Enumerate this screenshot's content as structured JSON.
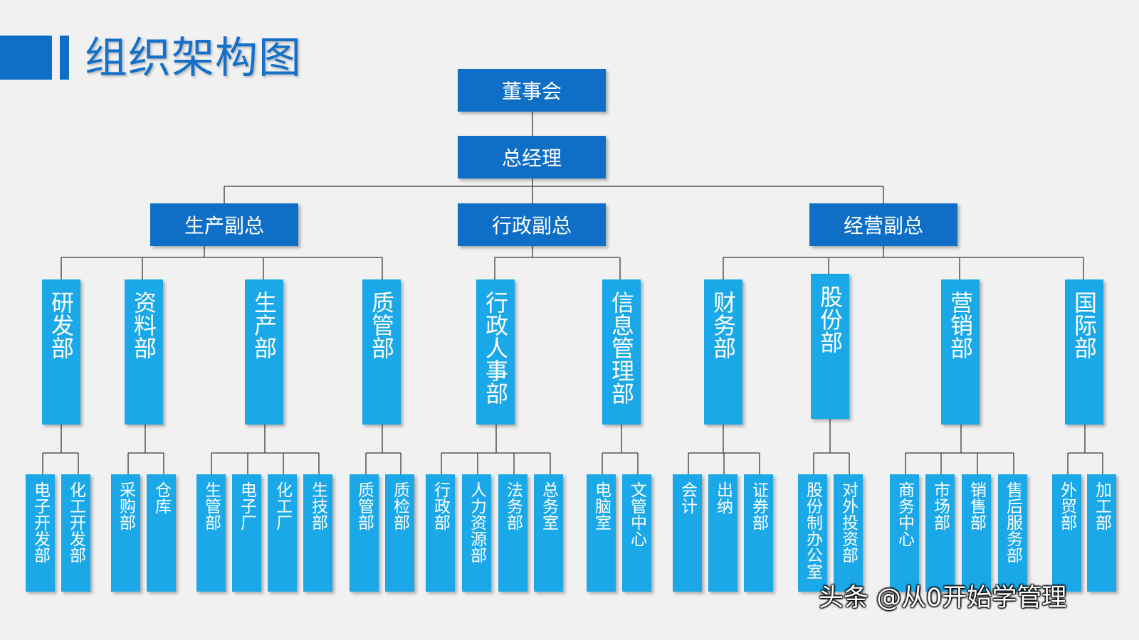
{
  "title": "组织架构图",
  "colors": {
    "primary": "#0f6fc6",
    "secondary": "#1aa8e8",
    "line": "#3a3a3a",
    "background": "#f1f1f1"
  },
  "board": "董事会",
  "ceo": "总经理",
  "vp": {
    "production": {
      "label": "生产副总",
      "depts": [
        {
          "name": "研发部",
          "subs": [
            "电子开发部",
            "化工开发部"
          ]
        },
        {
          "name": "资料部",
          "subs": [
            "采购部",
            "仓库"
          ]
        },
        {
          "name": "生产部",
          "subs": [
            "生管部",
            "电子厂",
            "化工厂",
            "生技部"
          ]
        },
        {
          "name": "质管部",
          "subs": [
            "质管部",
            "质检部"
          ]
        }
      ]
    },
    "admin": {
      "label": "行政副总",
      "depts": [
        {
          "name": "行政人事部",
          "subs": [
            "行政部",
            "人力资源部",
            "法务部",
            "总务室"
          ]
        },
        {
          "name": "信息管理部",
          "subs": [
            "电脑室",
            "文管中心"
          ]
        }
      ]
    },
    "business": {
      "label": "经营副总",
      "depts": [
        {
          "name": "财务部",
          "subs": [
            "会计",
            "出纳",
            "证券部"
          ]
        },
        {
          "name": "股份部",
          "subs": [
            "股份制办公室",
            "对外投资部"
          ]
        },
        {
          "name": "营销部",
          "subs": [
            "商务中心",
            "市场部",
            "销售部",
            "售后服务部"
          ]
        },
        {
          "name": "国际部",
          "subs": [
            "外贸部",
            "加工部"
          ]
        }
      ]
    }
  },
  "watermark": "头条 @从0开始学管理"
}
